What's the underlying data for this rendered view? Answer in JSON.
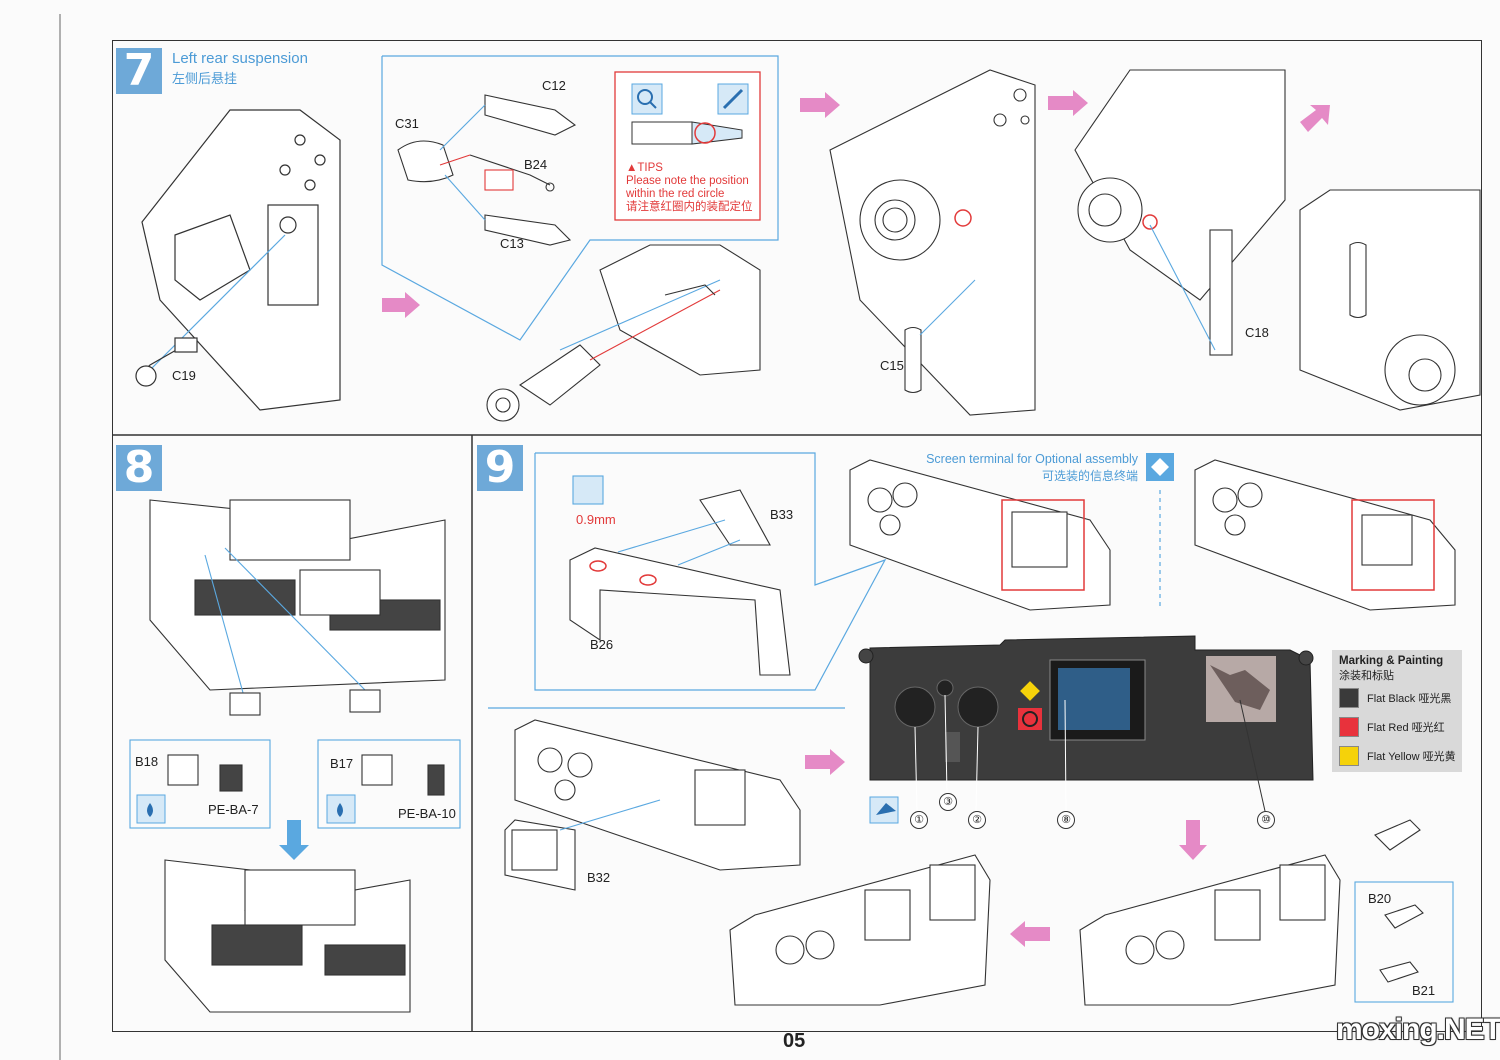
{
  "page_number": "05",
  "watermark": "moxing.NET",
  "step7": {
    "number": "7",
    "title_en": "Left rear suspension",
    "title_cn": "左侧后悬挂",
    "parts": [
      "C19",
      "C31",
      "C12",
      "B24",
      "C13",
      "C15",
      "C18"
    ],
    "tips": {
      "heading": "▲TIPS",
      "line1": "Please note the position",
      "line2": "within the red circle",
      "line3": "请注意红圈内的装配定位"
    }
  },
  "step8": {
    "number": "8",
    "parts": [
      "B18",
      "PE-BA-7",
      "B17",
      "PE-BA-10"
    ]
  },
  "step9": {
    "number": "9",
    "drill_size": "0.9mm",
    "parts": [
      "B33",
      "B26",
      "B32",
      "B20",
      "B21"
    ],
    "optional_en": "Screen terminal for Optional assembly",
    "optional_cn": "可选装的信息终端",
    "callouts": [
      "①",
      "③",
      "②",
      "⑧",
      "⑩"
    ]
  },
  "marking": {
    "title_en": "Marking & Painting",
    "title_cn": "涂装和标贴",
    "colors": [
      {
        "label": "Flat Black 哑光黑",
        "hex": "#3a3a3a"
      },
      {
        "label": "Flat Red 哑光红",
        "hex": "#e8323c"
      },
      {
        "label": "Flat Yellow 哑光黄",
        "hex": "#f5d20a"
      }
    ]
  }
}
